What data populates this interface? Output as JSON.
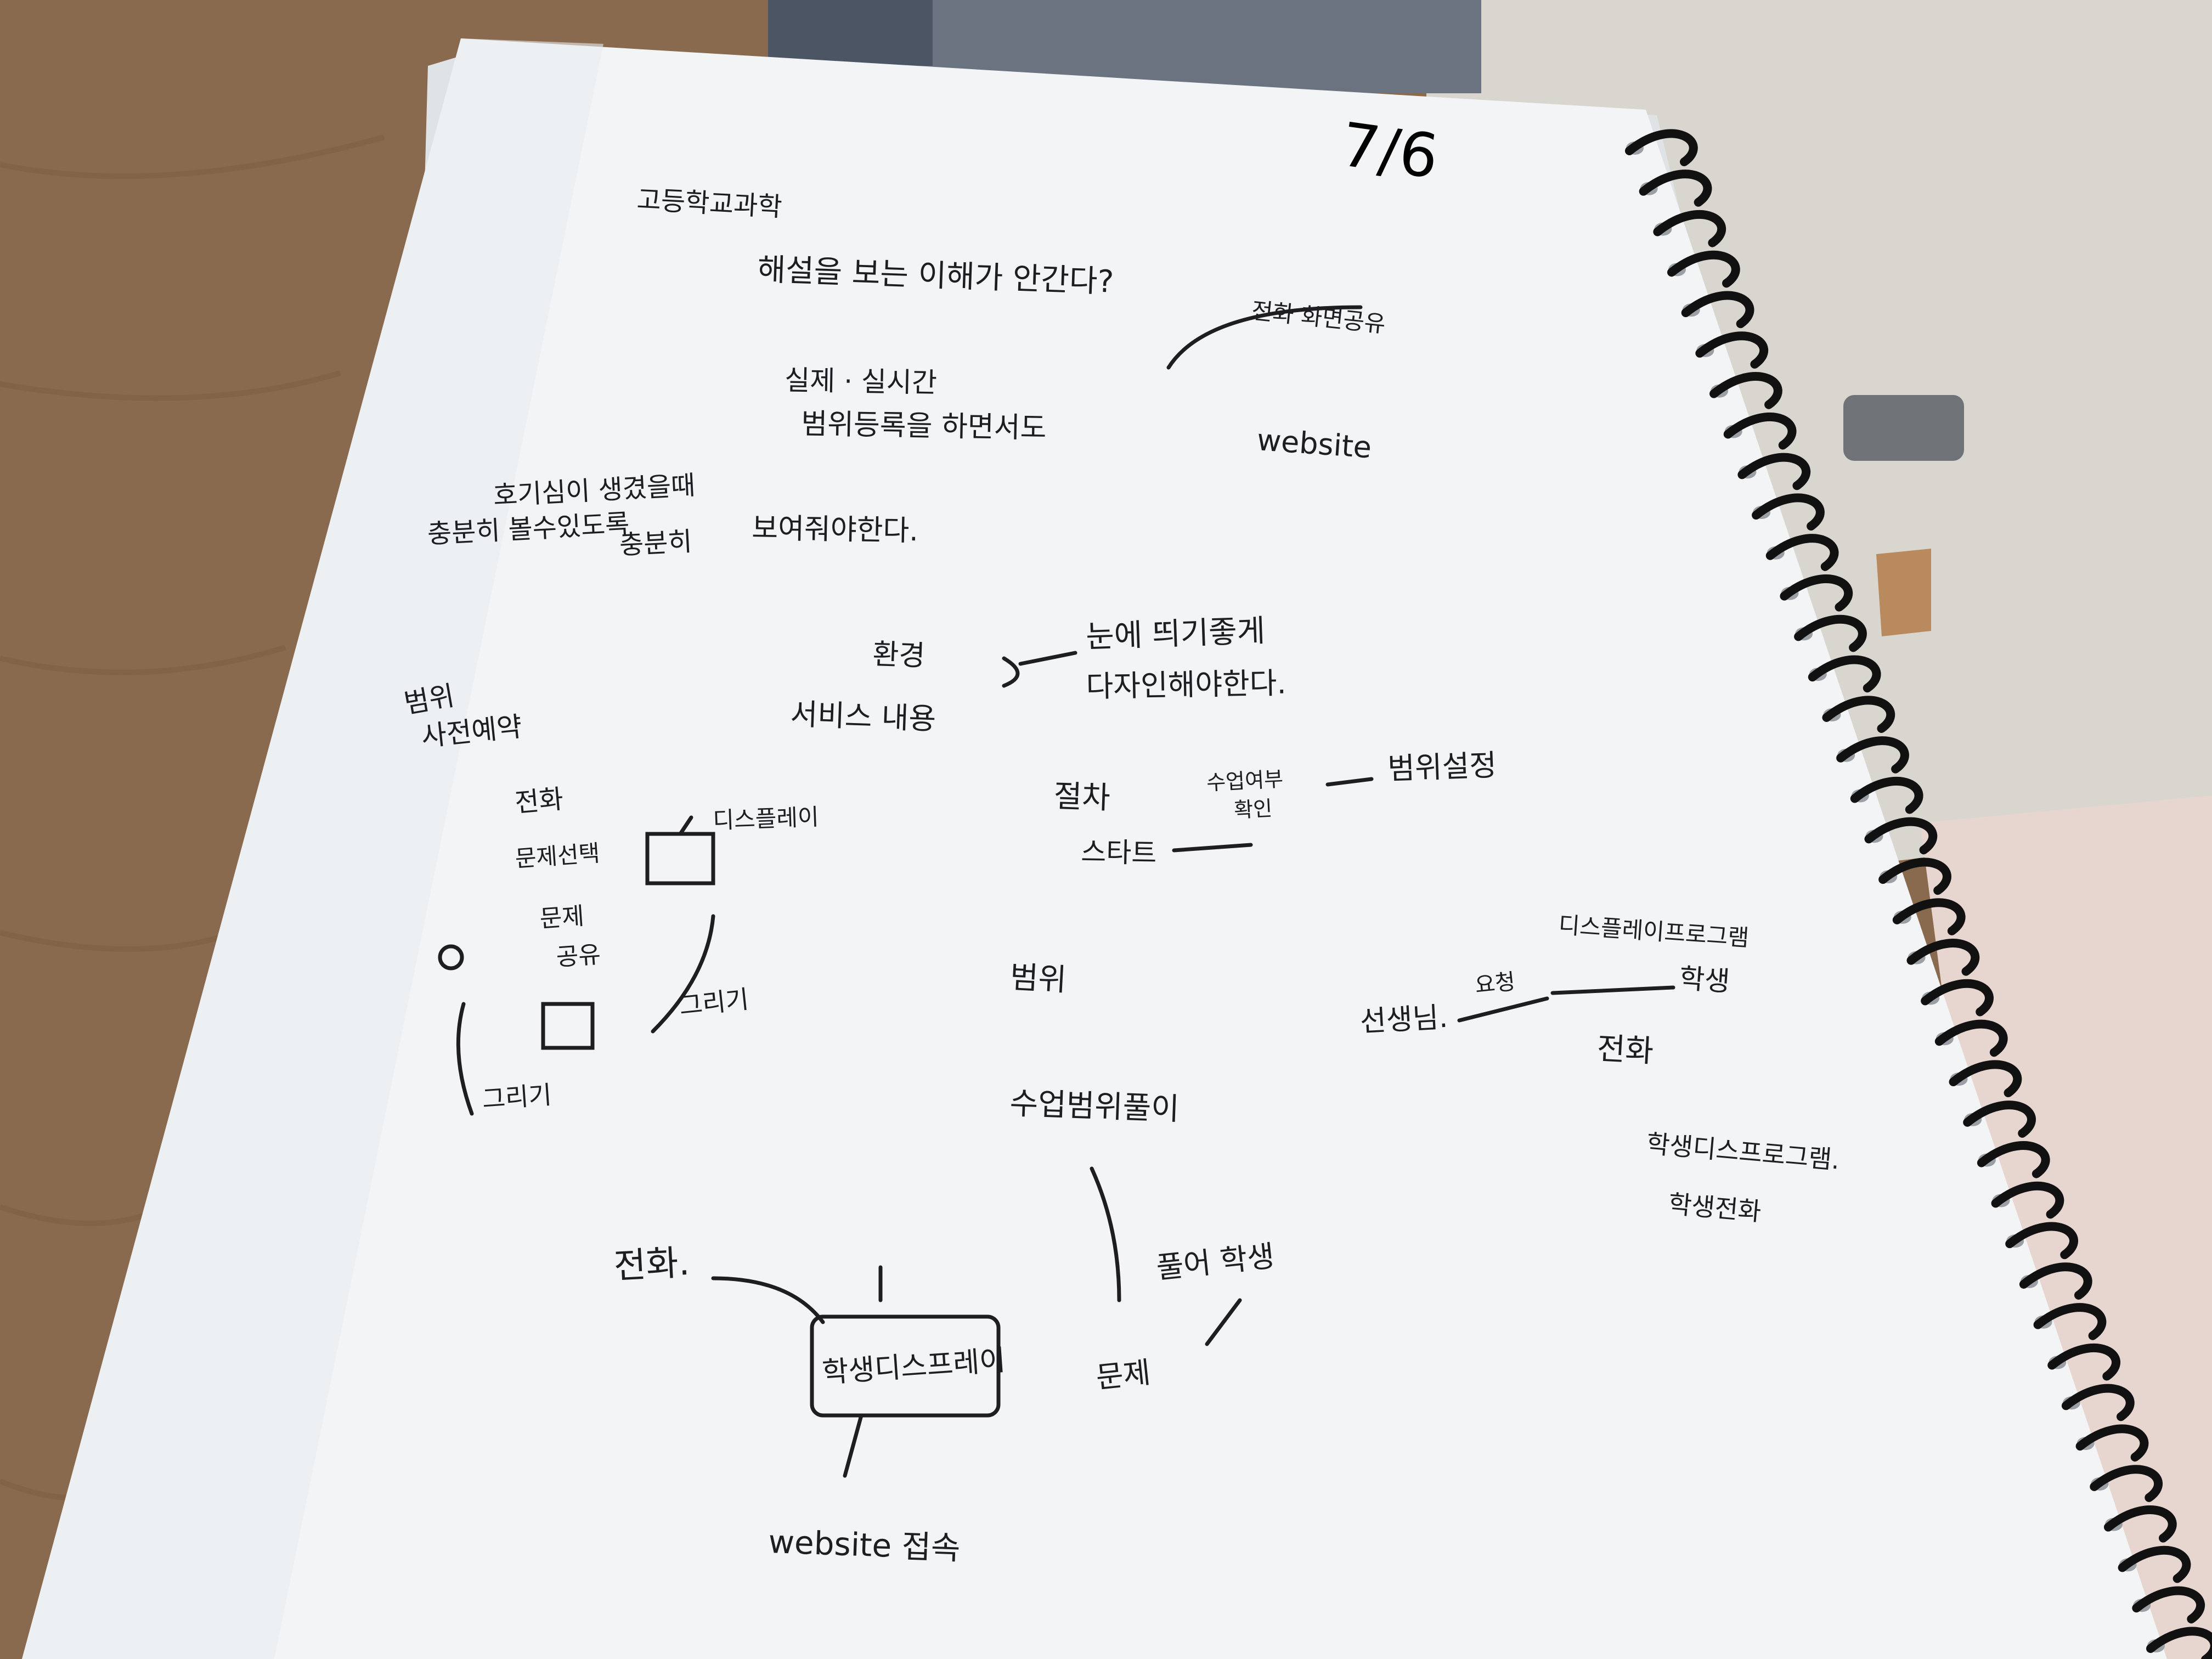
{
  "page": {
    "date": "7/6",
    "colors": {
      "desk": "#8a6a4e",
      "wall": "#d9d6d0",
      "paper": "#f2f4f6",
      "ink": "#1d1d22",
      "binding": "#111111"
    }
  },
  "notes": {
    "heading": "고등학교과학",
    "question": "해설을 보는 이해가 안간다?",
    "realtime_1": "실제 · 실시간",
    "realtime_2": "범위등록을 하면서도",
    "call_share": "전화 화면공유",
    "website_top": "website",
    "curious_1": "호기심이 생겼을때",
    "curious_2": "충분히 볼수있도록",
    "curious_3": "충분히",
    "show": "보여줘야한다.",
    "env": "환경",
    "service": "서비스 내용",
    "eye_1": "눈에 띄기좋게",
    "eye_2": "다자인해야한다.",
    "range_1": "범위",
    "range_2": "사전예약",
    "call_left": "전화",
    "question_select": "문제선택",
    "display": "디스플레이",
    "problem_share_1": "문제",
    "problem_share_2": "공유",
    "draw_right": "그리기",
    "draw_left": "그리기",
    "procedure": "절차",
    "start": "스타트",
    "check_1": "수업여부",
    "check_2": "확인",
    "range_set": "범위설정",
    "range_mid": "범위",
    "class_range": "수업범위풀이",
    "display_program": "디스플레이프로그램",
    "student": "학생",
    "teacher": "선생님.",
    "request": "요청",
    "call_right": "전화",
    "student_display": "학생디스프로그램.",
    "student_call": "학생전화",
    "call_bottom": "전화.",
    "student_disp_box": "학생디스프레이",
    "website_access": "website 접속",
    "solve_student": "풀어 학생",
    "problem_bottom": "문제"
  }
}
